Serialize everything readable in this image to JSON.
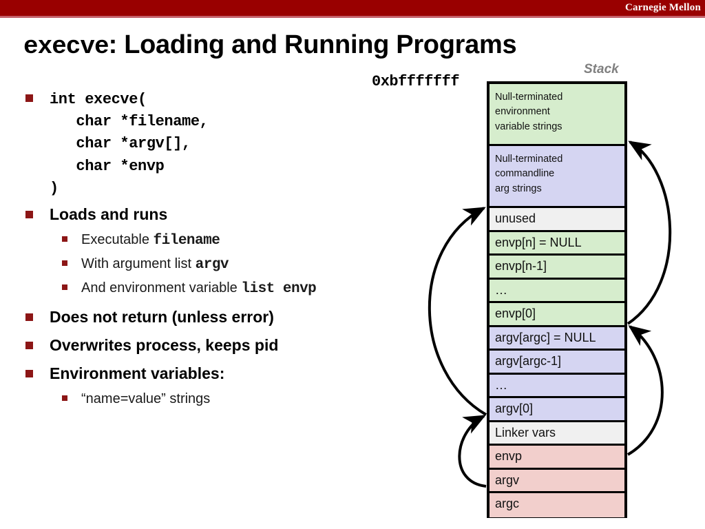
{
  "header": {
    "brand": "Carnegie Mellon",
    "bar_color": "#990000",
    "underline_color": "#c4606a"
  },
  "title": {
    "mono_part": "execve",
    "rest_part": ":  Loading and Running Programs"
  },
  "bullets": [
    {
      "level": 1,
      "kind": "code",
      "lines": [
        "int execve(",
        "   char *filename,",
        "   char *argv[],",
        "   char *envp",
        ")"
      ]
    },
    {
      "level": 1,
      "kind": "text",
      "text": "Loads and runs"
    },
    {
      "level": 2,
      "kind": "mixed",
      "pre": "Executable ",
      "code": "filename",
      "post": ""
    },
    {
      "level": 2,
      "kind": "mixed",
      "pre": "With argument list ",
      "code": "argv",
      "post": ""
    },
    {
      "level": 2,
      "kind": "mixed",
      "pre": "And environment variable ",
      "code": "list envp",
      "post": ""
    },
    {
      "level": 1,
      "kind": "text",
      "text": "Does not return (unless error)"
    },
    {
      "level": 1,
      "kind": "text",
      "text": "Overwrites process, keeps pid"
    },
    {
      "level": 1,
      "kind": "text",
      "text": "Environment variables:"
    },
    {
      "level": 2,
      "kind": "text",
      "text": "“name=value” strings"
    }
  ],
  "diagram": {
    "stack_label": "Stack",
    "top_address": "0xbfffffff",
    "colors": {
      "green": "#d6edcd",
      "purple": "#d5d5f2",
      "gray": "#f0f0f0",
      "pink": "#f2cfcc",
      "border": "#000000"
    },
    "rows": [
      {
        "label": "Null-terminated\nenvironment\nvariable strings",
        "color": "green",
        "tall": true
      },
      {
        "label": "Null-terminated\ncommandline\narg strings",
        "color": "purple",
        "tall": true
      },
      {
        "label": "unused",
        "color": "gray",
        "tall": false
      },
      {
        "label": "envp[n] = NULL",
        "color": "green",
        "tall": false
      },
      {
        "label": "envp[n-1]",
        "color": "green",
        "tall": false
      },
      {
        "label": "…",
        "color": "green",
        "tall": false
      },
      {
        "label": "envp[0]",
        "color": "green",
        "tall": false
      },
      {
        "label": "argv[argc] = NULL",
        "color": "purple",
        "tall": false
      },
      {
        "label": "argv[argc-1]",
        "color": "purple",
        "tall": false
      },
      {
        "label": "…",
        "color": "purple",
        "tall": false
      },
      {
        "label": "argv[0]",
        "color": "purple",
        "tall": false
      },
      {
        "label": "Linker vars",
        "color": "gray",
        "tall": false
      },
      {
        "label": "envp",
        "color": "pink",
        "tall": false
      },
      {
        "label": "argv",
        "color": "pink",
        "tall": false
      },
      {
        "label": "argc",
        "color": "pink",
        "tall": false
      }
    ],
    "pointer_arrows": [
      {
        "name": "argv0-to-argstrings",
        "from": "argv[0]",
        "to": "Null-terminated commandline arg strings",
        "side": "left"
      },
      {
        "name": "argv-to-argv0",
        "from": "argv",
        "to": "argv[0]",
        "side": "left"
      },
      {
        "name": "envp0-to-envstrings",
        "from": "envp[0]",
        "to": "Null-terminated environment variable strings",
        "side": "right"
      },
      {
        "name": "envp-to-envp0",
        "from": "envp",
        "to": "envp[0]",
        "side": "right"
      }
    ]
  }
}
